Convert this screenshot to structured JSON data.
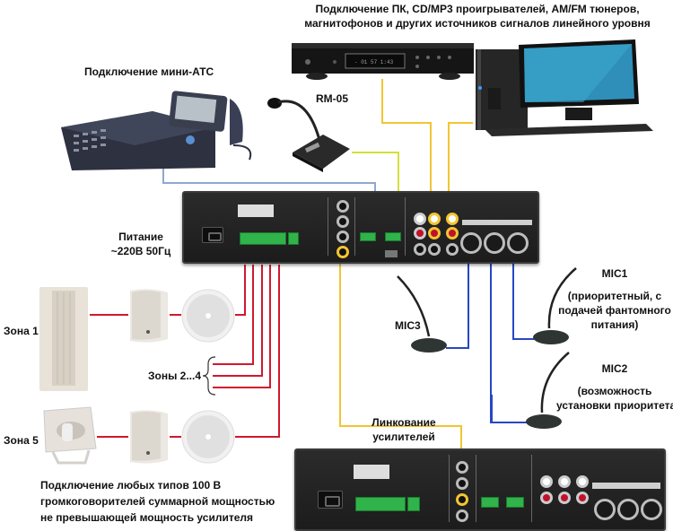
{
  "labels": {
    "sources": [
      "Подключение ПК, CD/MP3 проигрывателей, AM/FM тюнеров,",
      "магнитофонов и других источников сигналов линейного уровня"
    ],
    "mini_pbx": "Подключение мини-АТС",
    "rm05": "RM-05",
    "power": [
      "Питание",
      "~220В 50Гц"
    ],
    "zone1": "Зона 1",
    "zones_2_4": "Зоны 2...4",
    "zone5": "Зона 5",
    "speakers_note": [
      "Подключение любых типов 100 В",
      "громкоговорителей суммарной мощностью",
      "не превышающей мощность усилителя"
    ],
    "mic3": "MIC3",
    "mic1": "MIC1",
    "mic1_note": [
      "(приоритетный, с",
      "подачей фантомного",
      "питания)"
    ],
    "mic2": "MIC2",
    "mic2_note": [
      "(возможность",
      "установки приоритета)"
    ],
    "linking": [
      "Линкование",
      "усилителей"
    ]
  },
  "wire_colors": {
    "speaker": "#d0182f",
    "line_audio": "#f2c531",
    "paging_mic": "#d4e03a",
    "pbx": "#8fa6d6",
    "microphone": "#2747c4",
    "power": "#3cb043"
  }
}
